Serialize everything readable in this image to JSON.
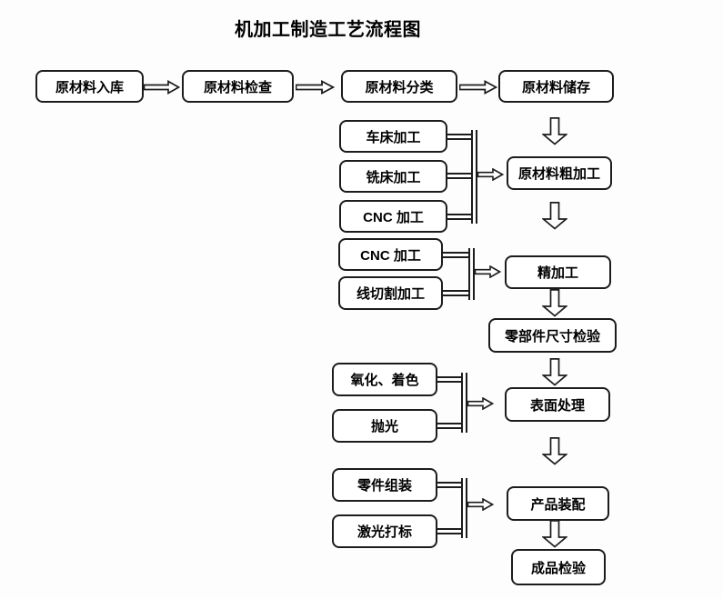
{
  "title": "机加工制造工艺流程图",
  "top_row": [
    {
      "label": "原材料入库"
    },
    {
      "label": "原材料检查"
    },
    {
      "label": "原材料分类"
    },
    {
      "label": "原材料储存"
    }
  ],
  "main_flow": [
    {
      "label": "原材料粗加工"
    },
    {
      "label": "精加工"
    },
    {
      "label": "零部件尺寸检验"
    },
    {
      "label": "表面处理"
    },
    {
      "label": "产品装配"
    },
    {
      "label": "成品检验"
    }
  ],
  "input_groups": [
    {
      "feeds_into": "原材料粗加工",
      "inputs": [
        {
          "label": "车床加工"
        },
        {
          "label": "铣床加工"
        },
        {
          "label": "CNC 加工"
        }
      ]
    },
    {
      "feeds_into": "精加工",
      "inputs": [
        {
          "label": "CNC 加工"
        },
        {
          "label": "线切割加工"
        }
      ]
    },
    {
      "feeds_into": "表面处理",
      "inputs": [
        {
          "label": "氧化、着色"
        },
        {
          "label": "抛光"
        }
      ]
    },
    {
      "feeds_into": "产品装配",
      "inputs": [
        {
          "label": "零件组装"
        },
        {
          "label": "激光打标"
        }
      ]
    }
  ],
  "colors": {
    "line": "#1c1c1c",
    "box_bg": "#ffffff",
    "text": "#000000",
    "page_bg": "#fdfdfd"
  }
}
